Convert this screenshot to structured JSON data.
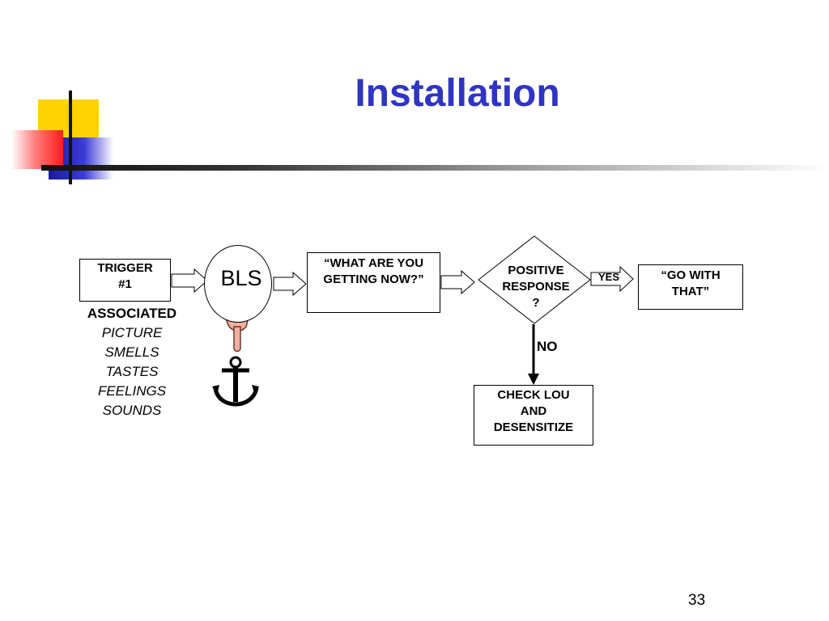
{
  "slide": {
    "title": "Installation",
    "page_number": "33"
  },
  "flow": {
    "trigger": {
      "line1": "TRIGGER",
      "line2": "#1"
    },
    "bls": "BLS",
    "what_are_you": {
      "line1": "“WHAT ARE YOU",
      "line2": "GETTING NOW?”"
    },
    "decision": {
      "line1": "POSITIVE",
      "line2": "RESPONSE",
      "line3": "?"
    },
    "yes_label": "YES",
    "no_label": "NO",
    "go_with": {
      "line1": "“GO WITH",
      "line2": "THAT”"
    },
    "check_lou": {
      "line1": "CHECK LOU",
      "line2": "AND",
      "line3": "DESENSITIZE"
    }
  },
  "associated": {
    "heading": "ASSOCIATED",
    "items": [
      "PICTURE",
      "SMELLS",
      "TASTES",
      "FEELINGS",
      "SOUNDS"
    ]
  },
  "icons": {
    "hand": "pointing-finger-icon",
    "anchor": "anchor-icon"
  },
  "colors": {
    "title": "#2f34c4",
    "accent_yellow": "#ffd200",
    "accent_red": "#ff1a1a",
    "accent_blue": "#3b3bd8"
  }
}
